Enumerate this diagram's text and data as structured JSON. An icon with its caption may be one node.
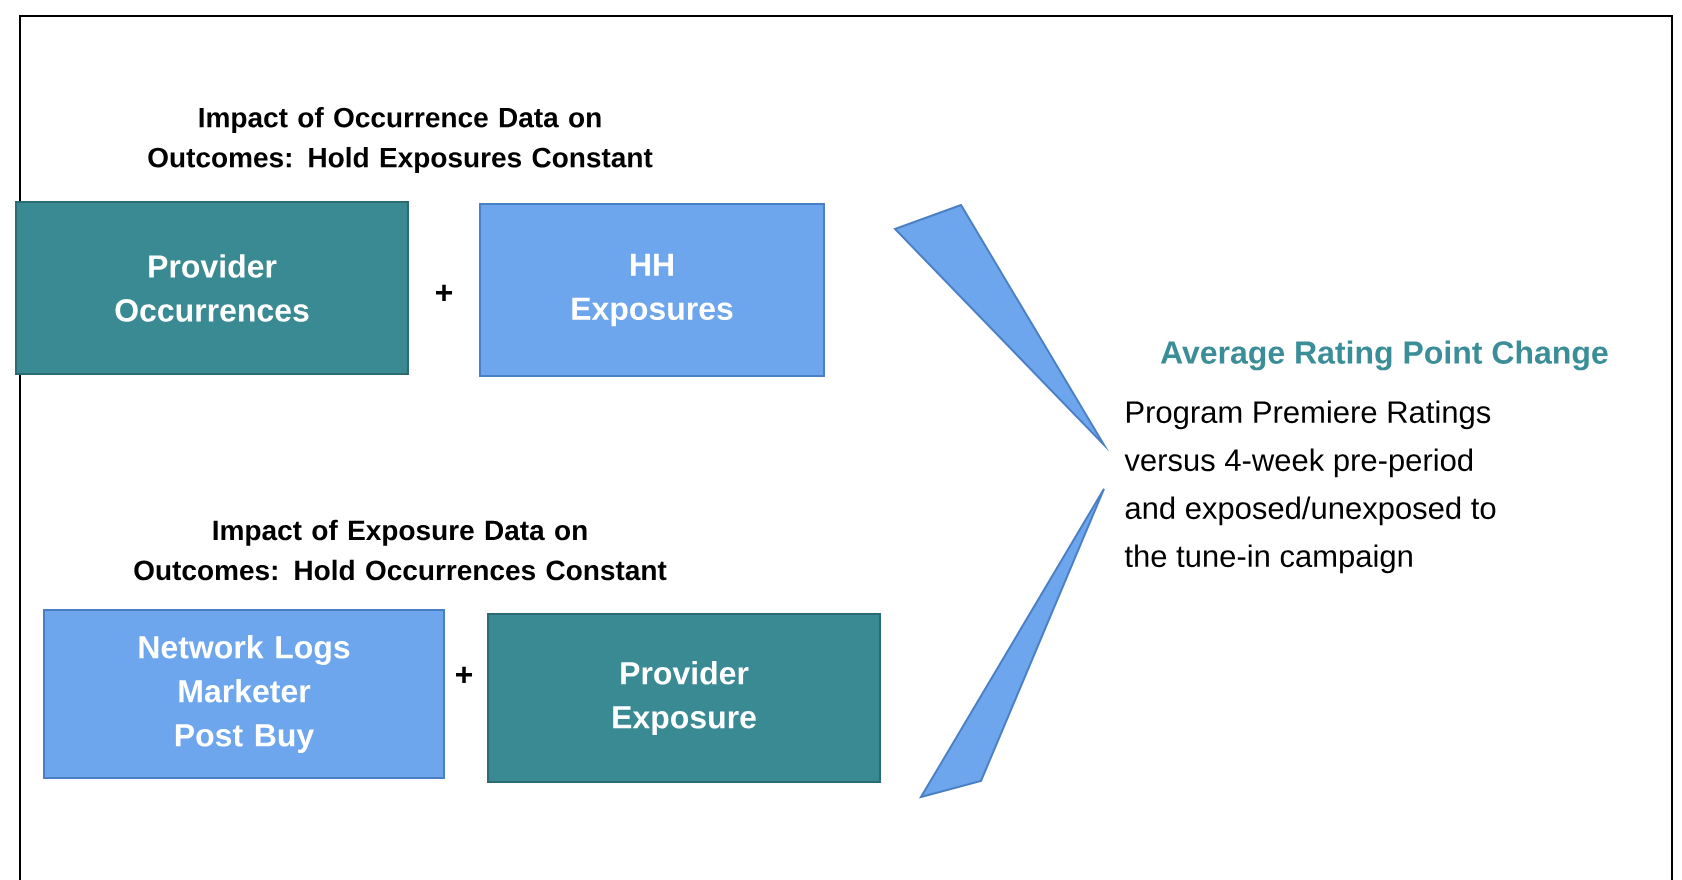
{
  "diagram": {
    "nodes": [
      {
        "text": [
          "Provider Occurrences"
        ]
      },
      {
        "text": [
          "HH Exposures"
        ]
      },
      {
        "text": [
          "Network Logs Marketer Post Buy"
        ]
      },
      {
        "text": [
          "Provider Exposure"
        ]
      },
      {
        "text": [
          "Average Rating Point Change",
          "Program Premiere Ratings versus 4-week pre-period and exposed/unexposed to the tune-in campaign"
        ]
      }
    ],
    "edges": [
      {
        "from": 1,
        "to": 4,
        "arrow": "none"
      },
      {
        "from": 3,
        "to": 4,
        "arrow": "none"
      }
    ],
    "labels": [
      "Impact of Occurrence Data on Outcomes: Hold Exposures Constant",
      "+",
      "Impact of Exposure Data on Outcomes: Hold Occurrences Constant",
      "+"
    ]
  }
}
